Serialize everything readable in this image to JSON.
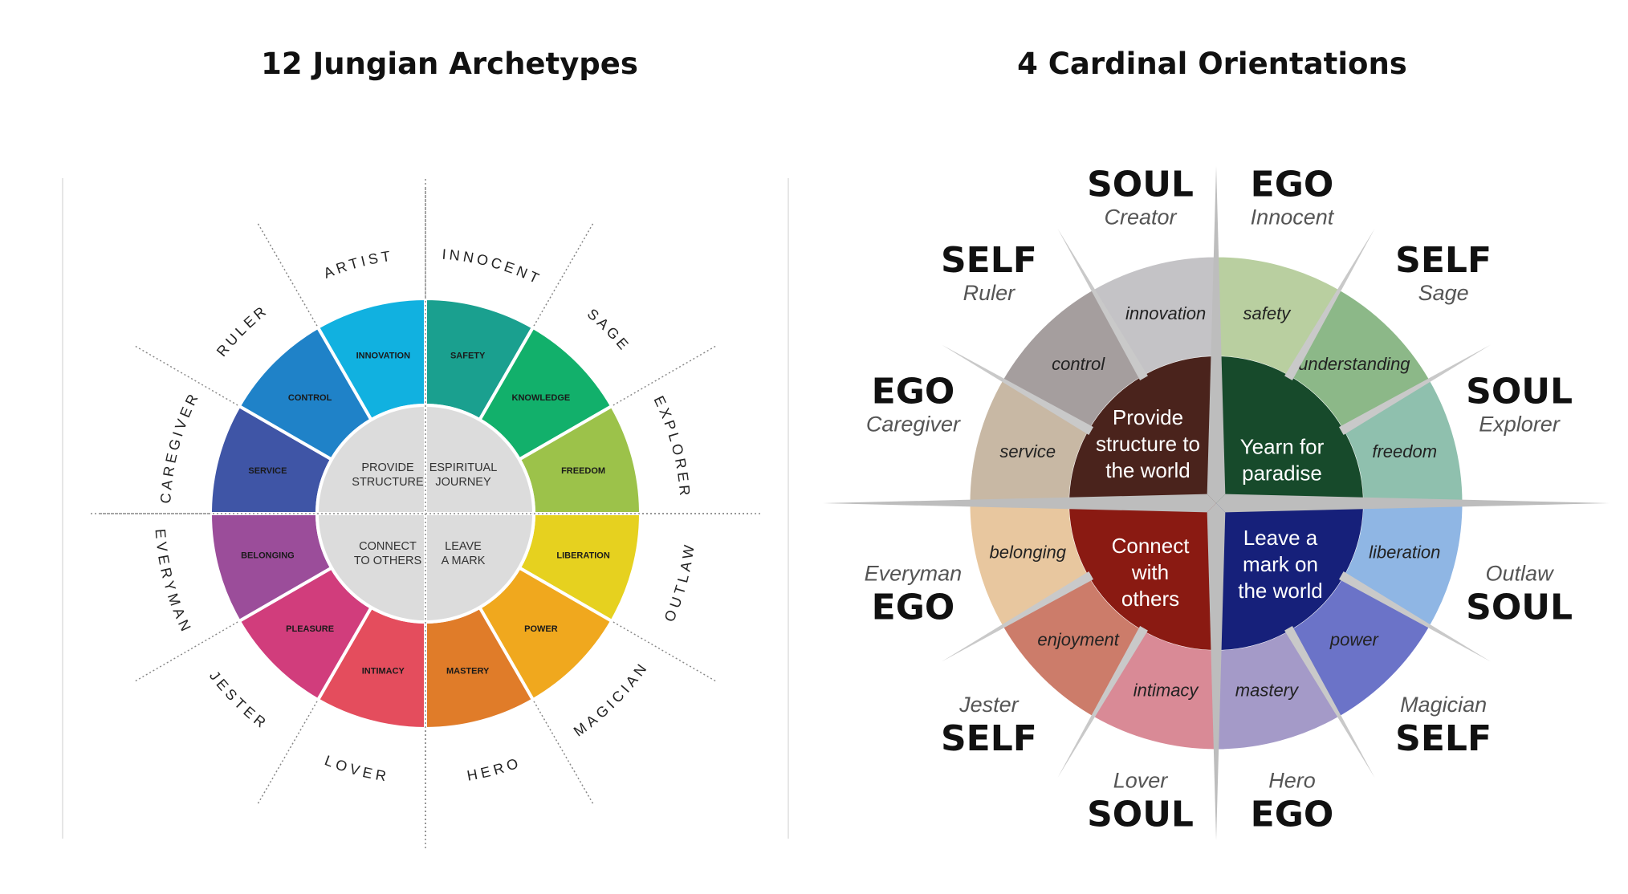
{
  "left": {
    "title": "12 Jungian Archetypes",
    "centers": [
      {
        "l1": "PROVIDE",
        "l2": "STRUCTURE"
      },
      {
        "l1": "ESPIRITUAL",
        "l2": "JOURNEY"
      },
      {
        "l1": "CONNECT",
        "l2": "TO OTHERS"
      },
      {
        "l1": "LEAVE",
        "l2": "A MARK"
      }
    ],
    "segments": [
      {
        "archetype": "INNOCENT",
        "value": "SAFETY",
        "color": "#1aa08f"
      },
      {
        "archetype": "SAGE",
        "value": "KNOWLEDGE",
        "color": "#12b06b"
      },
      {
        "archetype": "EXPLORER",
        "value": "FREEDOM",
        "color": "#9cc24a"
      },
      {
        "archetype": "OUTLAW",
        "value": "LIBERATION",
        "color": "#e6d11f"
      },
      {
        "archetype": "MAGICIAN",
        "value": "POWER",
        "color": "#f0a81e"
      },
      {
        "archetype": "HERO",
        "value": "MASTERY",
        "color": "#e07c29"
      },
      {
        "archetype": "LOVER",
        "value": "INTIMACY",
        "color": "#e44d5d"
      },
      {
        "archetype": "JESTER",
        "value": "PLEASURE",
        "color": "#d13d7c"
      },
      {
        "archetype": "EVERYMAN",
        "value": "BELONGING",
        "color": "#9b4d9a"
      },
      {
        "archetype": "CAREGIVER",
        "value": "SERVICE",
        "color": "#3f55a6"
      },
      {
        "archetype": "RULER",
        "value": "CONTROL",
        "color": "#1f82c8"
      },
      {
        "archetype": "ARTIST",
        "value": "INNOVATION",
        "color": "#11b1e0"
      }
    ]
  },
  "right": {
    "title": "4 Cardinal Orientations",
    "cores": [
      {
        "l1": "Provide",
        "l2": "structure to",
        "l3": "the world",
        "color": "#4a231c"
      },
      {
        "l1": "Yearn for",
        "l2": "paradise",
        "l3": "",
        "color": "#174a2b"
      },
      {
        "l1": "Connect",
        "l2": "with",
        "l3": "others",
        "color": "#8a1a12"
      },
      {
        "l1": "Leave a",
        "l2": "mark on",
        "l3": "the world",
        "color": "#16207a"
      }
    ],
    "segments": [
      {
        "orientation": "EGO",
        "archetype": "Innocent",
        "value": "safety",
        "color": "#b9cfa0"
      },
      {
        "orientation": "SELF",
        "archetype": "Sage",
        "value": "understanding",
        "color": "#8cb888"
      },
      {
        "orientation": "SOUL",
        "archetype": "Explorer",
        "value": "freedom",
        "color": "#8fc0ae"
      },
      {
        "orientation": "SOUL",
        "archetype": "Outlaw",
        "value": "liberation",
        "color": "#8fb6e4"
      },
      {
        "orientation": "SELF",
        "archetype": "Magician",
        "value": "power",
        "color": "#6b73c8"
      },
      {
        "orientation": "EGO",
        "archetype": "Hero",
        "value": "mastery",
        "color": "#a49ac8"
      },
      {
        "orientation": "SOUL",
        "archetype": "Lover",
        "value": "intimacy",
        "color": "#d98a96"
      },
      {
        "orientation": "SELF",
        "archetype": "Jester",
        "value": "enjoyment",
        "color": "#cc7c6a"
      },
      {
        "orientation": "EGO",
        "archetype": "Everyman",
        "value": "belonging",
        "color": "#e8c79f"
      },
      {
        "orientation": "EGO",
        "archetype": "Caregiver",
        "value": "service",
        "color": "#c8b8a4"
      },
      {
        "orientation": "SELF",
        "archetype": "Ruler",
        "value": "control",
        "color": "#a59e9e"
      },
      {
        "orientation": "SOUL",
        "archetype": "Creator",
        "value": "innovation",
        "color": "#c4c3c6"
      }
    ]
  }
}
